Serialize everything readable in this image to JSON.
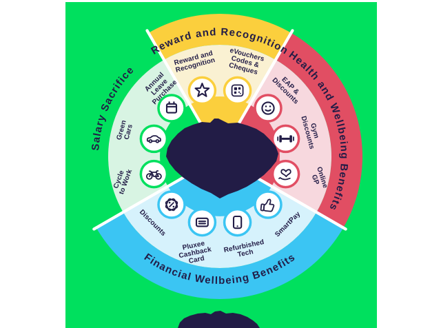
{
  "colors": {
    "background": "#00E05E",
    "navy": "#221C46",
    "white": "#FFFFFF",
    "sections": {
      "reward": {
        "main": "#FBCF3D",
        "pale": "#FAF1D2"
      },
      "health": {
        "main": "#E14E63",
        "pale": "#F7D8DE"
      },
      "financial": {
        "main": "#3BC5F3",
        "pale": "#D6F2FC"
      },
      "salary": {
        "main": "#00E05E",
        "pale": "#D8F4E3"
      }
    }
  },
  "wheel": {
    "sections": [
      {
        "id": "reward",
        "title": "Reward and Recognition",
        "items": [
          {
            "icon": "star-icon",
            "lines": [
              "Reward and",
              "Recognition"
            ]
          },
          {
            "icon": "qr-code-icon",
            "lines": [
              "eVouchers",
              "Codes &",
              "Cheques"
            ]
          }
        ]
      },
      {
        "id": "health",
        "title": "Health and Wellbeing Benefits",
        "items": [
          {
            "icon": "smiley-icon",
            "lines": [
              "EAP &",
              "Discounts"
            ]
          },
          {
            "icon": "dumbbell-icon",
            "lines": [
              "Gym",
              "Discounts"
            ]
          },
          {
            "icon": "heart-hand-icon",
            "lines": [
              "Online",
              "GP"
            ]
          }
        ]
      },
      {
        "id": "financial",
        "title": "Financial Wellbeing Benefits",
        "items": [
          {
            "icon": "thumbs-up-icon",
            "lines": [
              "SmartPay"
            ]
          },
          {
            "icon": "phone-icon",
            "lines": [
              "Refurbished",
              "Tech"
            ]
          },
          {
            "icon": "card-icon",
            "lines": [
              "Pluxee",
              "Cashback",
              "Card"
            ]
          },
          {
            "icon": "discount-badge-icon",
            "lines": [
              "Discounts"
            ]
          }
        ]
      },
      {
        "id": "salary",
        "title": "Salary Sacrifice",
        "items": [
          {
            "icon": "bicycle-icon",
            "lines": [
              "Cycle",
              "to Work"
            ]
          },
          {
            "icon": "car-icon",
            "lines": [
              "Green",
              "Cars"
            ]
          },
          {
            "icon": "calendar-icon",
            "lines": [
              "Annual",
              "Leave",
              "Purchase"
            ]
          }
        ]
      }
    ]
  }
}
